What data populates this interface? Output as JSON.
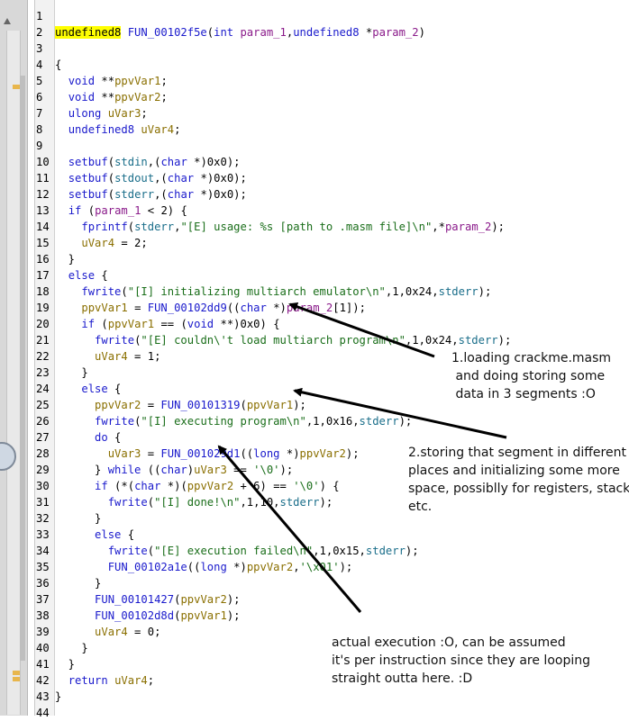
{
  "editor": {
    "lines": [
      {
        "num": "1",
        "tokens": []
      },
      {
        "num": "2",
        "tokens": [
          {
            "t": "undefined8",
            "c": "hl"
          },
          {
            "t": " FUN_00102f5e",
            "c": "fn"
          },
          {
            "t": "(",
            "c": ""
          },
          {
            "t": "int",
            "c": "kw"
          },
          {
            "t": " ",
            "c": ""
          },
          {
            "t": "param_1",
            "c": "prm"
          },
          {
            "t": ",",
            "c": ""
          },
          {
            "t": "undefined8",
            "c": "kw"
          },
          {
            "t": " *",
            "c": ""
          },
          {
            "t": "param_2",
            "c": "prm"
          },
          {
            "t": ")",
            "c": ""
          }
        ]
      },
      {
        "num": "3",
        "tokens": []
      },
      {
        "num": "4",
        "tokens": [
          {
            "t": "{",
            "c": ""
          }
        ]
      },
      {
        "num": "5",
        "tokens": [
          {
            "t": "  ",
            "c": ""
          },
          {
            "t": "void",
            "c": "kw"
          },
          {
            "t": " **",
            "c": ""
          },
          {
            "t": "ppvVar1",
            "c": "var"
          },
          {
            "t": ";",
            "c": ""
          }
        ]
      },
      {
        "num": "6",
        "tokens": [
          {
            "t": "  ",
            "c": ""
          },
          {
            "t": "void",
            "c": "kw"
          },
          {
            "t": " **",
            "c": ""
          },
          {
            "t": "ppvVar2",
            "c": "var"
          },
          {
            "t": ";",
            "c": ""
          }
        ]
      },
      {
        "num": "7",
        "tokens": [
          {
            "t": "  ",
            "c": ""
          },
          {
            "t": "ulong",
            "c": "kw"
          },
          {
            "t": " ",
            "c": ""
          },
          {
            "t": "uVar3",
            "c": "var"
          },
          {
            "t": ";",
            "c": ""
          }
        ]
      },
      {
        "num": "8",
        "tokens": [
          {
            "t": "  ",
            "c": ""
          },
          {
            "t": "undefined8",
            "c": "kw"
          },
          {
            "t": " ",
            "c": ""
          },
          {
            "t": "uVar4",
            "c": "var"
          },
          {
            "t": ";",
            "c": ""
          }
        ]
      },
      {
        "num": "9",
        "tokens": []
      },
      {
        "num": "10",
        "tokens": [
          {
            "t": "  ",
            "c": ""
          },
          {
            "t": "setbuf",
            "c": "fn"
          },
          {
            "t": "(",
            "c": ""
          },
          {
            "t": "stdin",
            "c": "glb"
          },
          {
            "t": ",(",
            "c": ""
          },
          {
            "t": "char",
            "c": "kw"
          },
          {
            "t": " *)0x0);",
            "c": ""
          }
        ]
      },
      {
        "num": "11",
        "tokens": [
          {
            "t": "  ",
            "c": ""
          },
          {
            "t": "setbuf",
            "c": "fn"
          },
          {
            "t": "(",
            "c": ""
          },
          {
            "t": "stdout",
            "c": "glb"
          },
          {
            "t": ",(",
            "c": ""
          },
          {
            "t": "char",
            "c": "kw"
          },
          {
            "t": " *)0x0);",
            "c": ""
          }
        ]
      },
      {
        "num": "12",
        "tokens": [
          {
            "t": "  ",
            "c": ""
          },
          {
            "t": "setbuf",
            "c": "fn"
          },
          {
            "t": "(",
            "c": ""
          },
          {
            "t": "stderr",
            "c": "glb"
          },
          {
            "t": ",(",
            "c": ""
          },
          {
            "t": "char",
            "c": "kw"
          },
          {
            "t": " *)0x0);",
            "c": ""
          }
        ]
      },
      {
        "num": "13",
        "tokens": [
          {
            "t": "  ",
            "c": ""
          },
          {
            "t": "if",
            "c": "kw"
          },
          {
            "t": " (",
            "c": ""
          },
          {
            "t": "param_1",
            "c": "prm"
          },
          {
            "t": " < 2) {",
            "c": ""
          }
        ]
      },
      {
        "num": "14",
        "tokens": [
          {
            "t": "    ",
            "c": ""
          },
          {
            "t": "fprintf",
            "c": "fn"
          },
          {
            "t": "(",
            "c": ""
          },
          {
            "t": "stderr",
            "c": "glb"
          },
          {
            "t": ",",
            "c": ""
          },
          {
            "t": "\"[E] usage: %s [path to .masm file]\\n\"",
            "c": "str"
          },
          {
            "t": ",*",
            "c": ""
          },
          {
            "t": "param_2",
            "c": "prm"
          },
          {
            "t": ");",
            "c": ""
          }
        ]
      },
      {
        "num": "15",
        "tokens": [
          {
            "t": "    ",
            "c": ""
          },
          {
            "t": "uVar4",
            "c": "var"
          },
          {
            "t": " = 2;",
            "c": ""
          }
        ]
      },
      {
        "num": "16",
        "tokens": [
          {
            "t": "  }",
            "c": ""
          }
        ]
      },
      {
        "num": "17",
        "tokens": [
          {
            "t": "  ",
            "c": ""
          },
          {
            "t": "else",
            "c": "kw"
          },
          {
            "t": " {",
            "c": ""
          }
        ]
      },
      {
        "num": "18",
        "tokens": [
          {
            "t": "    ",
            "c": ""
          },
          {
            "t": "fwrite",
            "c": "fn"
          },
          {
            "t": "(",
            "c": ""
          },
          {
            "t": "\"[I] initializing multiarch emulator\\n\"",
            "c": "str"
          },
          {
            "t": ",1,0x24,",
            "c": ""
          },
          {
            "t": "stderr",
            "c": "glb"
          },
          {
            "t": ");",
            "c": ""
          }
        ]
      },
      {
        "num": "19",
        "tokens": [
          {
            "t": "    ",
            "c": ""
          },
          {
            "t": "ppvVar1",
            "c": "var"
          },
          {
            "t": " = ",
            "c": ""
          },
          {
            "t": "FUN_00102dd9",
            "c": "fn"
          },
          {
            "t": "((",
            "c": ""
          },
          {
            "t": "char",
            "c": "kw"
          },
          {
            "t": " *)",
            "c": ""
          },
          {
            "t": "param_2",
            "c": "prm"
          },
          {
            "t": "[1]);",
            "c": ""
          }
        ]
      },
      {
        "num": "20",
        "tokens": [
          {
            "t": "    ",
            "c": ""
          },
          {
            "t": "if",
            "c": "kw"
          },
          {
            "t": " (",
            "c": ""
          },
          {
            "t": "ppvVar1",
            "c": "var"
          },
          {
            "t": " == (",
            "c": ""
          },
          {
            "t": "void",
            "c": "kw"
          },
          {
            "t": " **)0x0) {",
            "c": ""
          }
        ]
      },
      {
        "num": "21",
        "tokens": [
          {
            "t": "      ",
            "c": ""
          },
          {
            "t": "fwrite",
            "c": "fn"
          },
          {
            "t": "(",
            "c": ""
          },
          {
            "t": "\"[E] couldn\\'t load multiarch program\\n\"",
            "c": "str"
          },
          {
            "t": ",1,0x24,",
            "c": ""
          },
          {
            "t": "stderr",
            "c": "glb"
          },
          {
            "t": ");",
            "c": ""
          }
        ]
      },
      {
        "num": "22",
        "tokens": [
          {
            "t": "      ",
            "c": ""
          },
          {
            "t": "uVar4",
            "c": "var"
          },
          {
            "t": " = 1;",
            "c": ""
          }
        ]
      },
      {
        "num": "23",
        "tokens": [
          {
            "t": "    }",
            "c": ""
          }
        ]
      },
      {
        "num": "24",
        "tokens": [
          {
            "t": "    ",
            "c": ""
          },
          {
            "t": "else",
            "c": "kw"
          },
          {
            "t": " {",
            "c": ""
          }
        ]
      },
      {
        "num": "25",
        "tokens": [
          {
            "t": "      ",
            "c": ""
          },
          {
            "t": "ppvVar2",
            "c": "var"
          },
          {
            "t": " = ",
            "c": ""
          },
          {
            "t": "FUN_00101319",
            "c": "fn"
          },
          {
            "t": "(",
            "c": ""
          },
          {
            "t": "ppvVar1",
            "c": "var"
          },
          {
            "t": ");",
            "c": ""
          }
        ]
      },
      {
        "num": "26",
        "tokens": [
          {
            "t": "      ",
            "c": ""
          },
          {
            "t": "fwrite",
            "c": "fn"
          },
          {
            "t": "(",
            "c": ""
          },
          {
            "t": "\"[I] executing program\\n\"",
            "c": "str"
          },
          {
            "t": ",1,0x16,",
            "c": ""
          },
          {
            "t": "stderr",
            "c": "glb"
          },
          {
            "t": ");",
            "c": ""
          }
        ]
      },
      {
        "num": "27",
        "tokens": [
          {
            "t": "      ",
            "c": ""
          },
          {
            "t": "do",
            "c": "kw"
          },
          {
            "t": " {",
            "c": ""
          }
        ]
      },
      {
        "num": "28",
        "tokens": [
          {
            "t": "        ",
            "c": ""
          },
          {
            "t": "uVar3",
            "c": "var"
          },
          {
            "t": " = ",
            "c": ""
          },
          {
            "t": "FUN_001029d1",
            "c": "fn"
          },
          {
            "t": "((",
            "c": ""
          },
          {
            "t": "long",
            "c": "kw"
          },
          {
            "t": " *)",
            "c": ""
          },
          {
            "t": "ppvVar2",
            "c": "var"
          },
          {
            "t": ");",
            "c": ""
          }
        ]
      },
      {
        "num": "29",
        "tokens": [
          {
            "t": "      } ",
            "c": ""
          },
          {
            "t": "while",
            "c": "kw"
          },
          {
            "t": " ((",
            "c": ""
          },
          {
            "t": "char",
            "c": "kw"
          },
          {
            "t": ")",
            "c": ""
          },
          {
            "t": "uVar3",
            "c": "var"
          },
          {
            "t": " == ",
            "c": ""
          },
          {
            "t": "'\\0'",
            "c": "str"
          },
          {
            "t": ");",
            "c": ""
          }
        ]
      },
      {
        "num": "30",
        "tokens": [
          {
            "t": "      ",
            "c": ""
          },
          {
            "t": "if",
            "c": "kw"
          },
          {
            "t": " (*(",
            "c": ""
          },
          {
            "t": "char",
            "c": "kw"
          },
          {
            "t": " *)(",
            "c": ""
          },
          {
            "t": "ppvVar2",
            "c": "var"
          },
          {
            "t": " + 6) == ",
            "c": ""
          },
          {
            "t": "'\\0'",
            "c": "str"
          },
          {
            "t": ") {",
            "c": ""
          }
        ]
      },
      {
        "num": "31",
        "tokens": [
          {
            "t": "        ",
            "c": ""
          },
          {
            "t": "fwrite",
            "c": "fn"
          },
          {
            "t": "(",
            "c": ""
          },
          {
            "t": "\"[I] done!\\n\"",
            "c": "str"
          },
          {
            "t": ",1,10,",
            "c": ""
          },
          {
            "t": "stderr",
            "c": "glb"
          },
          {
            "t": ");",
            "c": ""
          }
        ]
      },
      {
        "num": "32",
        "tokens": [
          {
            "t": "      }",
            "c": ""
          }
        ]
      },
      {
        "num": "33",
        "tokens": [
          {
            "t": "      ",
            "c": ""
          },
          {
            "t": "else",
            "c": "kw"
          },
          {
            "t": " {",
            "c": ""
          }
        ]
      },
      {
        "num": "34",
        "tokens": [
          {
            "t": "        ",
            "c": ""
          },
          {
            "t": "fwrite",
            "c": "fn"
          },
          {
            "t": "(",
            "c": ""
          },
          {
            "t": "\"[E] execution failed\\n\"",
            "c": "str"
          },
          {
            "t": ",1,0x15,",
            "c": ""
          },
          {
            "t": "stderr",
            "c": "glb"
          },
          {
            "t": ");",
            "c": ""
          }
        ]
      },
      {
        "num": "35",
        "tokens": [
          {
            "t": "        ",
            "c": ""
          },
          {
            "t": "FUN_00102a1e",
            "c": "fn"
          },
          {
            "t": "((",
            "c": ""
          },
          {
            "t": "long",
            "c": "kw"
          },
          {
            "t": " *)",
            "c": ""
          },
          {
            "t": "ppvVar2",
            "c": "var"
          },
          {
            "t": ",",
            "c": ""
          },
          {
            "t": "'\\x01'",
            "c": "str"
          },
          {
            "t": ");",
            "c": ""
          }
        ]
      },
      {
        "num": "36",
        "tokens": [
          {
            "t": "      }",
            "c": ""
          }
        ]
      },
      {
        "num": "37",
        "tokens": [
          {
            "t": "      ",
            "c": ""
          },
          {
            "t": "FUN_00101427",
            "c": "fn"
          },
          {
            "t": "(",
            "c": ""
          },
          {
            "t": "ppvVar2",
            "c": "var"
          },
          {
            "t": ");",
            "c": ""
          }
        ]
      },
      {
        "num": "38",
        "tokens": [
          {
            "t": "      ",
            "c": ""
          },
          {
            "t": "FUN_00102d8d",
            "c": "fn"
          },
          {
            "t": "(",
            "c": ""
          },
          {
            "t": "ppvVar1",
            "c": "var"
          },
          {
            "t": ");",
            "c": ""
          }
        ]
      },
      {
        "num": "39",
        "tokens": [
          {
            "t": "      ",
            "c": ""
          },
          {
            "t": "uVar4",
            "c": "var"
          },
          {
            "t": " = 0;",
            "c": ""
          }
        ]
      },
      {
        "num": "40",
        "tokens": [
          {
            "t": "    }",
            "c": ""
          }
        ]
      },
      {
        "num": "41",
        "tokens": [
          {
            "t": "  }",
            "c": ""
          }
        ]
      },
      {
        "num": "42",
        "tokens": [
          {
            "t": "  ",
            "c": ""
          },
          {
            "t": "return",
            "c": "kw"
          },
          {
            "t": " ",
            "c": ""
          },
          {
            "t": "uVar4",
            "c": "var"
          },
          {
            "t": ";",
            "c": ""
          }
        ]
      },
      {
        "num": "43",
        "tokens": [
          {
            "t": "}",
            "c": ""
          }
        ]
      },
      {
        "num": "44",
        "tokens": []
      }
    ]
  },
  "annotations": {
    "note1": "1.loading crackme.masm\n and doing storing some\n data in 3 segments :O",
    "note2": "2.storing that segment in different\nplaces and initializing some more\nspace, possiblly for registers, stack,\netc.",
    "note3": "actual execution :O, can be assumed\nit's per instruction since they are looping\nstraight outta here. :D"
  },
  "colors": {
    "keyword": "#1a1acc",
    "variable": "#8a6f00",
    "parameter": "#8a1a8a",
    "global": "#1a6e8a",
    "string": "#1a6e1a",
    "highlight": "#ffff00",
    "arrow": "#000000"
  }
}
